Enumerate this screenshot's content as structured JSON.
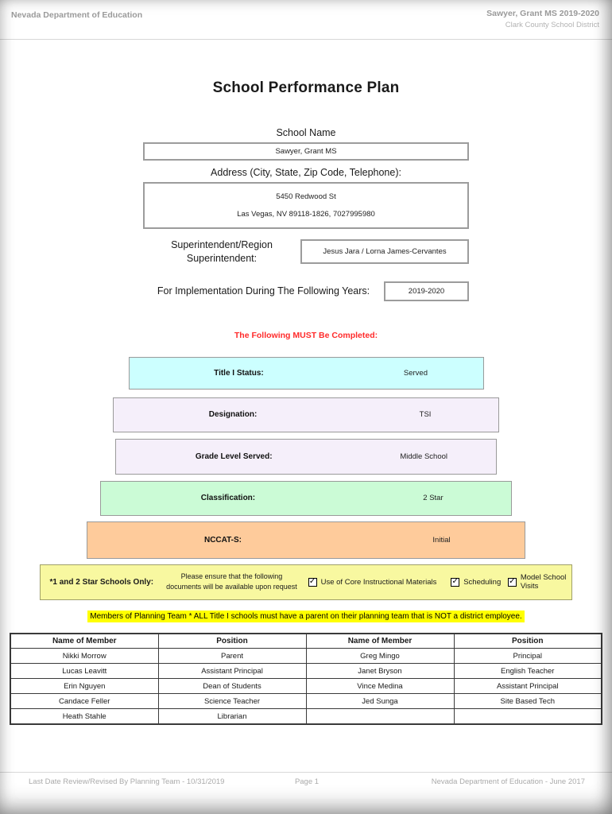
{
  "header": {
    "left": "Nevada Department of Education",
    "right_line1": "Sawyer, Grant MS  2019-2020",
    "right_line2": "Clark County School District"
  },
  "title": "School Performance Plan",
  "form": {
    "school_name_label": "School Name",
    "school_name_value": "Sawyer, Grant MS",
    "address_label": "Address (City, State, Zip Code, Telephone):",
    "address_line1": "5450 Redwood St",
    "address_line2": "Las Vegas, NV  89118-1826, 7027995980",
    "superintendent_label_line1": "Superintendent/Region",
    "superintendent_label_line2": "Superintendent:",
    "superintendent_value": "Jesus Jara / Lorna James-Cervantes",
    "implementation_label": "For Implementation During The Following Years:",
    "implementation_value": "2019-2020"
  },
  "must_complete_notice": {
    "text": "The Following MUST Be Completed:",
    "color": "#ff2b2b"
  },
  "status_rows": [
    {
      "label": "Title I Status:",
      "value": "Served",
      "bg": "#ccffff"
    },
    {
      "label": "Designation:",
      "value": "TSI",
      "bg": "#f5effa"
    },
    {
      "label": "Grade Level Served:",
      "value": "Middle School",
      "bg": "#f5effa"
    },
    {
      "label": "Classification:",
      "value": "2 Star",
      "bg": "#cbfbd6"
    },
    {
      "label": "NCCAT-S:",
      "value": "Initial",
      "bg": "#fecb9b"
    }
  ],
  "star_schools": {
    "bg": "#f8f8a0",
    "label": "*1 and 2 Star Schools Only:",
    "note_line1": "Please ensure that the following",
    "note_line2": "documents will be available upon request",
    "check_glyph": "✓",
    "checkboxes": [
      {
        "label": "Use of Core Instructional Materials",
        "checked": true
      },
      {
        "label": "Scheduling",
        "checked": true
      },
      {
        "label": "Model School Visits",
        "checked": true
      }
    ]
  },
  "planning_team_notice": {
    "text": "Members of Planning Team * ALL Title I schools must have a parent on their planning team that is NOT a district employee.",
    "highlight": "#ffff00"
  },
  "members_table": {
    "headers": [
      "Name of Member",
      "Position",
      "Name of Member",
      "Position"
    ],
    "rows": [
      [
        "Nikki Morrow",
        "Parent",
        "Greg Mingo",
        "Principal"
      ],
      [
        "Lucas Leavitt",
        "Assistant Principal",
        "Janet Bryson",
        "English Teacher"
      ],
      [
        "Erin Nguyen",
        "Dean of Students",
        "Vince Medina",
        "Assistant Principal"
      ],
      [
        "Candace Feller",
        "Science Teacher",
        "Jed Sunga",
        "Site Based Tech"
      ],
      [
        "Heath Stahle",
        "Librarian",
        "",
        ""
      ]
    ]
  },
  "footer": {
    "left": "Last Date Review/Revised By Planning Team - 10/31/2019",
    "center": "Page 1",
    "right": "Nevada Department of Education - June 2017"
  }
}
